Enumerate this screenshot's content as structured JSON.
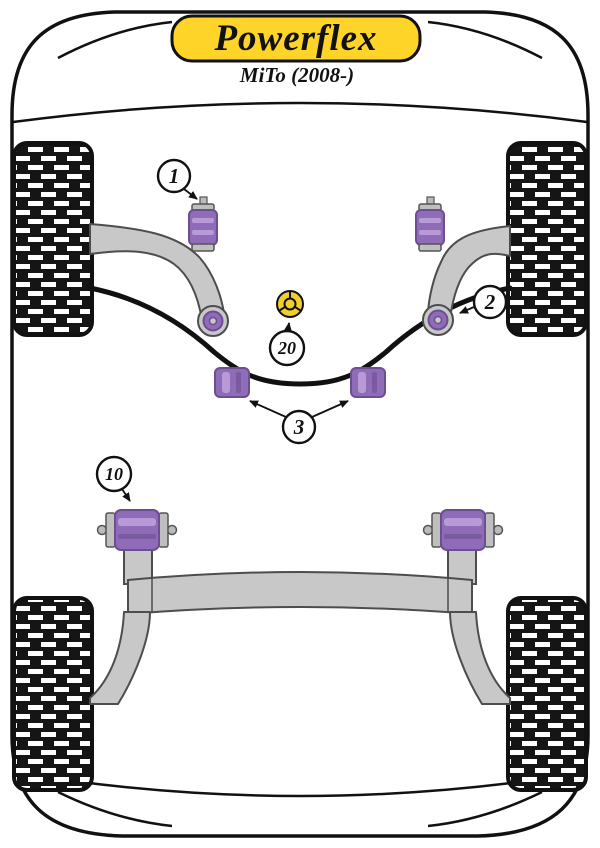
{
  "header": {
    "brand": "Powerflex",
    "model": "MiTo (2008-)"
  },
  "callouts": {
    "c1": "1",
    "c2": "2",
    "c3": "3",
    "c10": "10",
    "c20": "20"
  },
  "legend": {
    "c1_meaning": "front-upper-arm-bushing",
    "c2_meaning": "front-lower-arm-bushing",
    "c3_meaning": "anti-roll-bar-bushings",
    "c10_meaning": "rear-beam-mounting-bushing",
    "c20_meaning": "steering-coupler"
  },
  "colors": {
    "logo_background": "#FFD429",
    "bushing_purple": "#8F6BB8",
    "bushing_purple_light": "#B79AD6",
    "bushing_purple_dark": "#6A4F91",
    "metal_gray": "#C8C8C8",
    "metal_gray_edge": "#4D4D4D",
    "outline_black": "#111111",
    "coupler_yellow": "#F0CE2E"
  }
}
